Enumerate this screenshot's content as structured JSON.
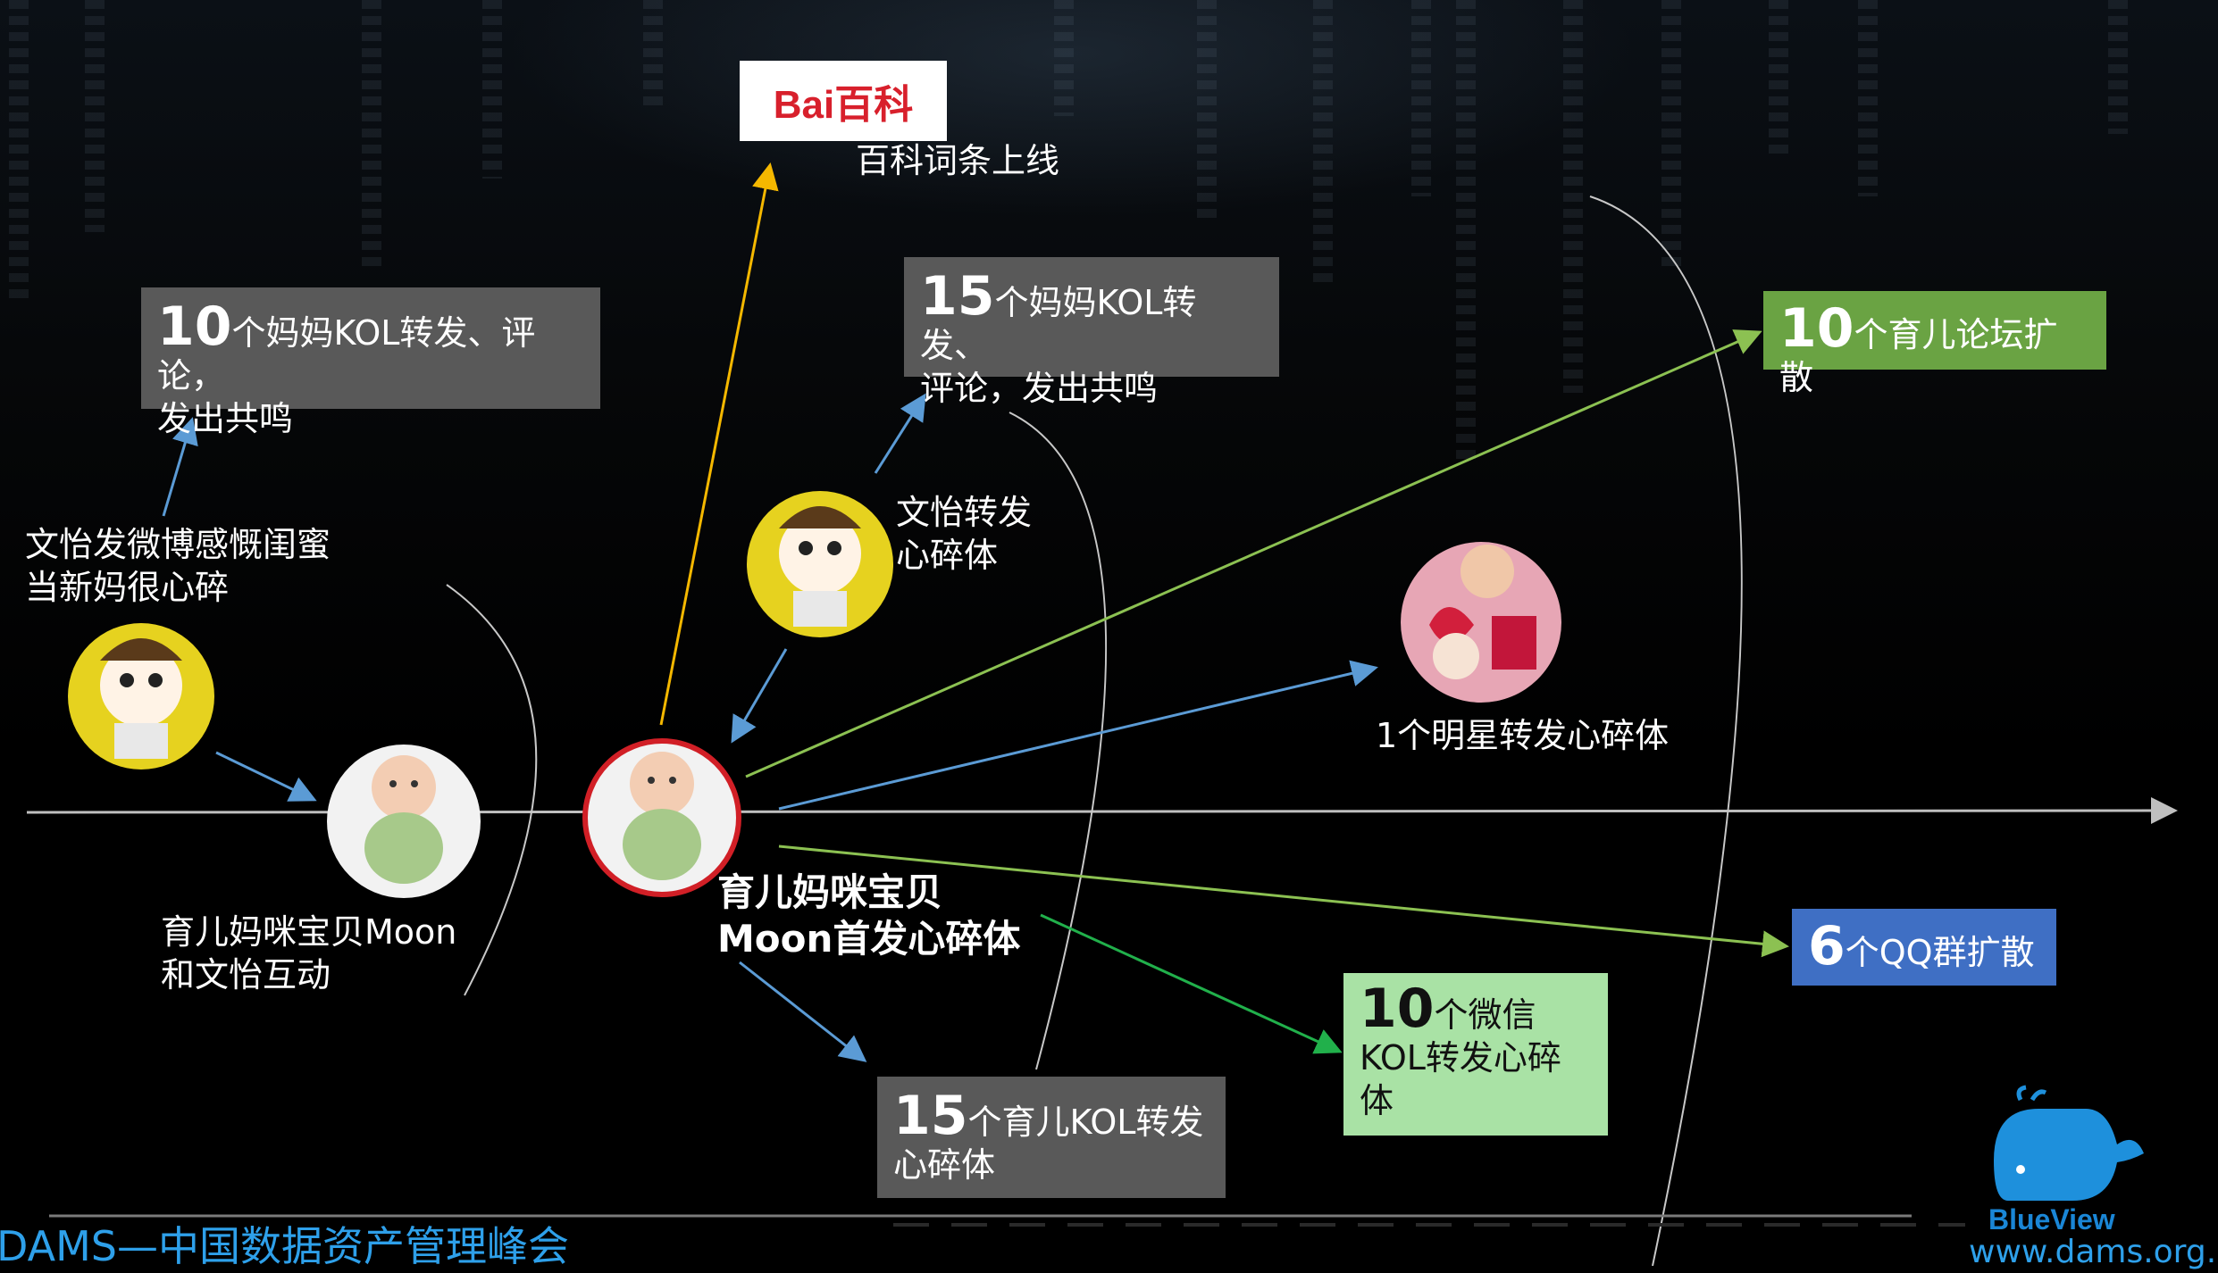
{
  "slide": {
    "footer_title": "DAMS—中国数据资产管理峰会",
    "footer_url": "www.dams.org.cn",
    "brand": "BlueView",
    "baidu_logo_text": "Bai百科",
    "baidu_caption": "百科词条上线",
    "nodes": {
      "wenyi_weibo": "文怡发微博感慨闺蜜\n当新妈很心碎",
      "moon_interact": "育儿妈咪宝贝Moon\n和文怡互动",
      "moon_first_line1": "育儿妈咪宝贝",
      "moon_first_line2": "Moon首发心碎体",
      "wenyi_repost_line1": "文怡转发",
      "wenyi_repost_line2": "心碎体",
      "star_repost": "1个明星转发心碎体"
    },
    "boxes": {
      "kol10": {
        "num": "10",
        "text1": "个妈妈KOL转发、评论，",
        "text2": "发出共鸣"
      },
      "kol15": {
        "num": "15",
        "text1": "个妈妈KOL转发、",
        "text2": "评论，发出共鸣"
      },
      "forum": {
        "num": "10",
        "text1": "个育儿论坛扩散"
      },
      "qq": {
        "num": "6",
        "text1": "个QQ群扩散"
      },
      "wechat": {
        "num": "10",
        "text1": "个微信",
        "text2": "KOL转发心碎",
        "text3": "体"
      },
      "parenting": {
        "num": "15",
        "text1": "个育儿KOL转发",
        "text2": "心碎体"
      }
    },
    "colors": {
      "gray_box": "#595959",
      "green_box": "#6aa343",
      "blue_box": "#3f6fc4",
      "light_green_box": "#a9e2a5",
      "footer_blue": "#2ea0ea",
      "arrow_blue": "#5b9bd5",
      "arrow_green": "#8cc152",
      "arrow_dark_green": "#21b04b",
      "arrow_yellow": "#f5b800",
      "timeline": "#bfbfbf"
    }
  }
}
